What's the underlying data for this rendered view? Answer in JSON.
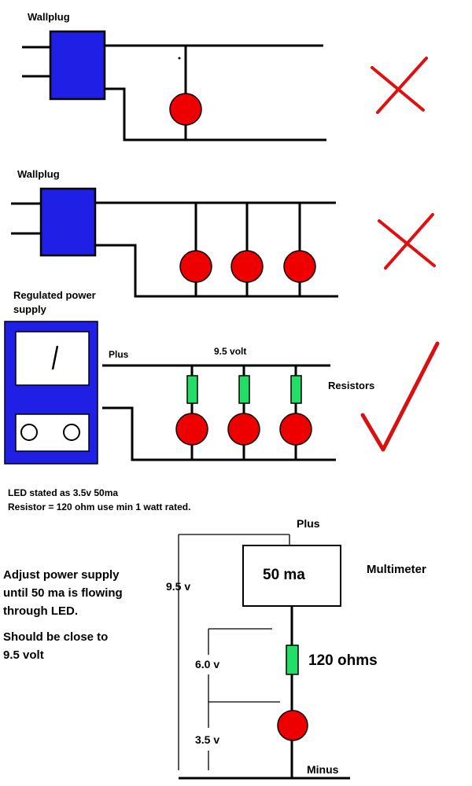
{
  "diagram1": {
    "plug_label": "Wallplug"
  },
  "diagram2": {
    "plug_label": "Wallplug"
  },
  "diagram3": {
    "supply_label_1": "Regulated power",
    "supply_label_2": "supply",
    "plus_label": "Plus",
    "voltage_label": "9.5 volt",
    "resistors_label": "Resistors"
  },
  "notes": {
    "line1": "LED stated as 3.5v 50ma",
    "line2": "Resistor = 120 ohm  use min 1 watt rated."
  },
  "diagram4": {
    "plus_label": "Plus",
    "meter_reading": "50 ma",
    "meter_label": "Multimeter",
    "total_voltage": "9.5 v",
    "resistor_voltage": "6.0 v",
    "led_voltage": "3.5 v",
    "resistor_value": "120 ohms",
    "minus_label": "Minus"
  },
  "instructions": {
    "line1": "Adjust power supply",
    "line2": "until 50 ma is flowing",
    "line3": "through LED.",
    "line4": "Should be close to",
    "line5": "9.5 volt"
  },
  "colors": {
    "plug": "#1f1fe6",
    "led": "#ee0000",
    "resistor": "#22dd66",
    "mark": "#e01010"
  }
}
